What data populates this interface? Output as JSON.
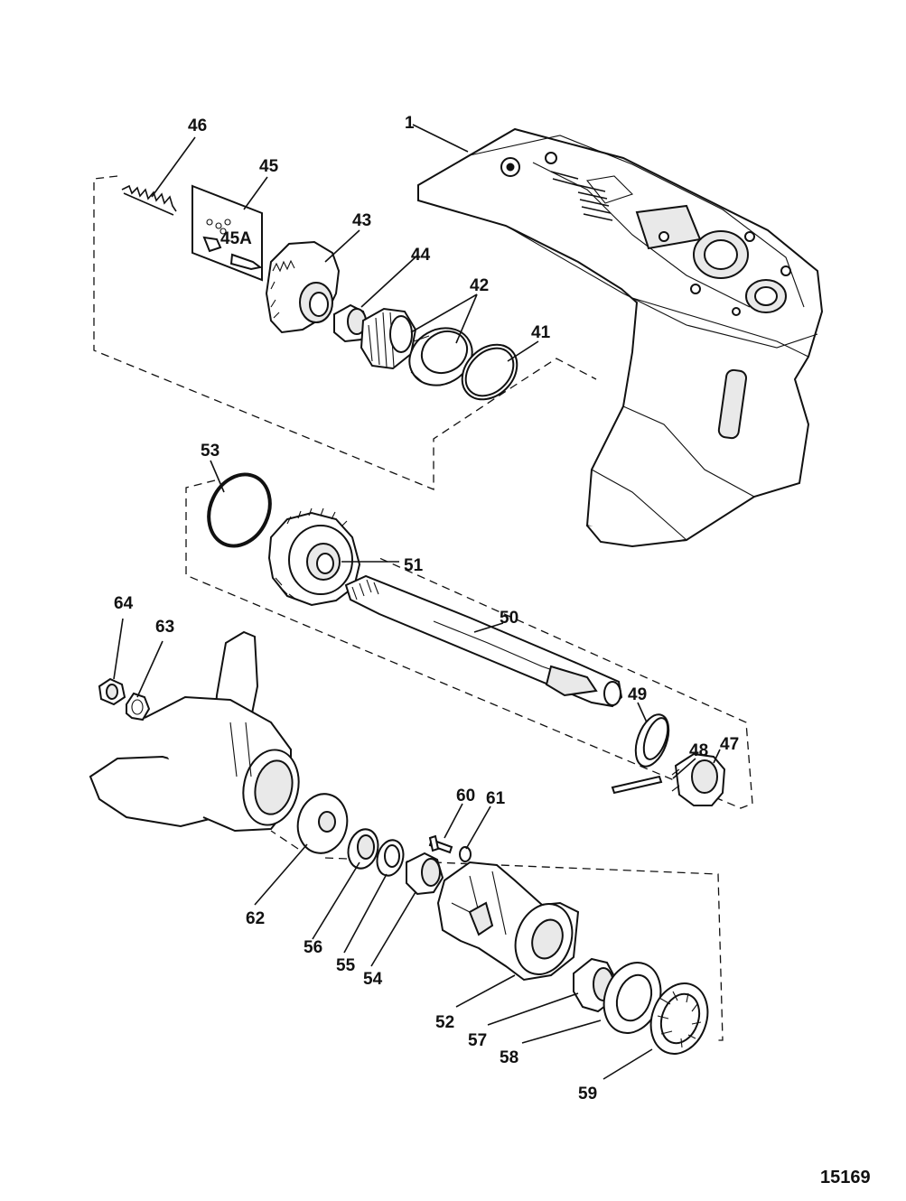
{
  "diagram": {
    "figure_number": "15169",
    "callouts": {
      "c1": "1",
      "c41": "41",
      "c42": "42",
      "c43": "43",
      "c44": "44",
      "c45": "45",
      "c45a": "45A",
      "c46": "46",
      "c47": "47",
      "c48": "48",
      "c49": "49",
      "c50": "50",
      "c51": "51",
      "c52": "52",
      "c53": "53",
      "c54": "54",
      "c55": "55",
      "c56": "56",
      "c57": "57",
      "c58": "58",
      "c59": "59",
      "c60": "60",
      "c61": "61",
      "c62": "62",
      "c63": "63",
      "c64": "64"
    }
  }
}
